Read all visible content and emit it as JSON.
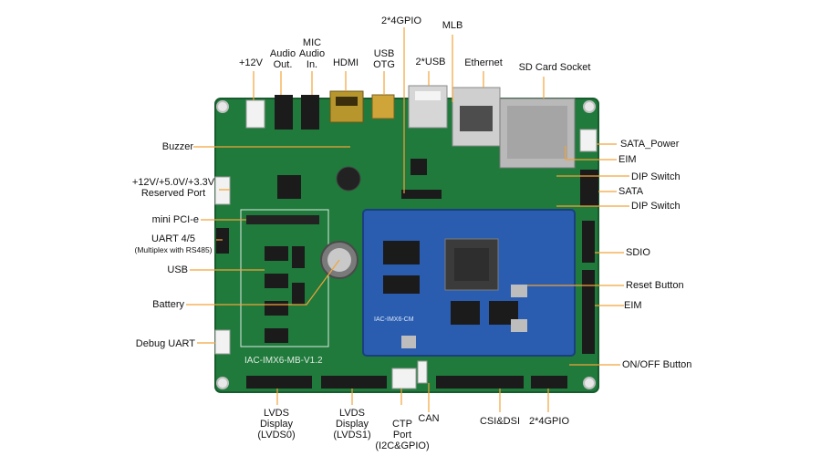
{
  "board": {
    "silkscreen": "IAC-IMX6-MB-V1.2",
    "module_text": "IAC-IMX6-CM",
    "colors": {
      "carrier": "#1f7a3c",
      "module": "#2a5db0",
      "leader": "#f2a33a",
      "text": "#111111"
    }
  },
  "callouts": {
    "top": {
      "p12v": "+12V",
      "audio_out": [
        "Audio",
        "Out."
      ],
      "mic_in": [
        "MIC",
        "Audio",
        "In."
      ],
      "hdmi": "HDMI",
      "usb_otg": [
        "USB",
        "OTG"
      ],
      "gpio_top": "2*4GPIO",
      "usb2": "2*USB",
      "mlb": "MLB",
      "ethernet": "Ethernet",
      "sd_card": "SD Card Socket"
    },
    "left": {
      "buzzer": "Buzzer",
      "reserved": [
        "+12V/+5.0V/+3.3V",
        "Reserved Port"
      ],
      "minipcie": "mini PCI-e",
      "uart45": "UART 4/5",
      "uart45_note": "(Multiplex with RS485)",
      "usb": "USB",
      "battery": "Battery",
      "debug_uart": "Debug UART"
    },
    "right": {
      "sata_power": "SATA_Power",
      "eim_top": "EIM",
      "dip1": "DIP Switch",
      "sata": "SATA",
      "dip2": "DIP Switch",
      "sdio": "SDIO",
      "reset": "Reset Button",
      "eim_bottom": "EIM",
      "onoff": "ON/OFF Button"
    },
    "bottom": {
      "lvds0": [
        "LVDS",
        "Display",
        "(LVDS0)"
      ],
      "lvds1": [
        "LVDS",
        "Display",
        "(LVDS1)"
      ],
      "ctp": [
        "CTP",
        "Port",
        "(I2C&GPIO)"
      ],
      "can": "CAN",
      "csidsi": "CSI&DSI",
      "gpio_bottom": "2*4GPIO"
    }
  }
}
